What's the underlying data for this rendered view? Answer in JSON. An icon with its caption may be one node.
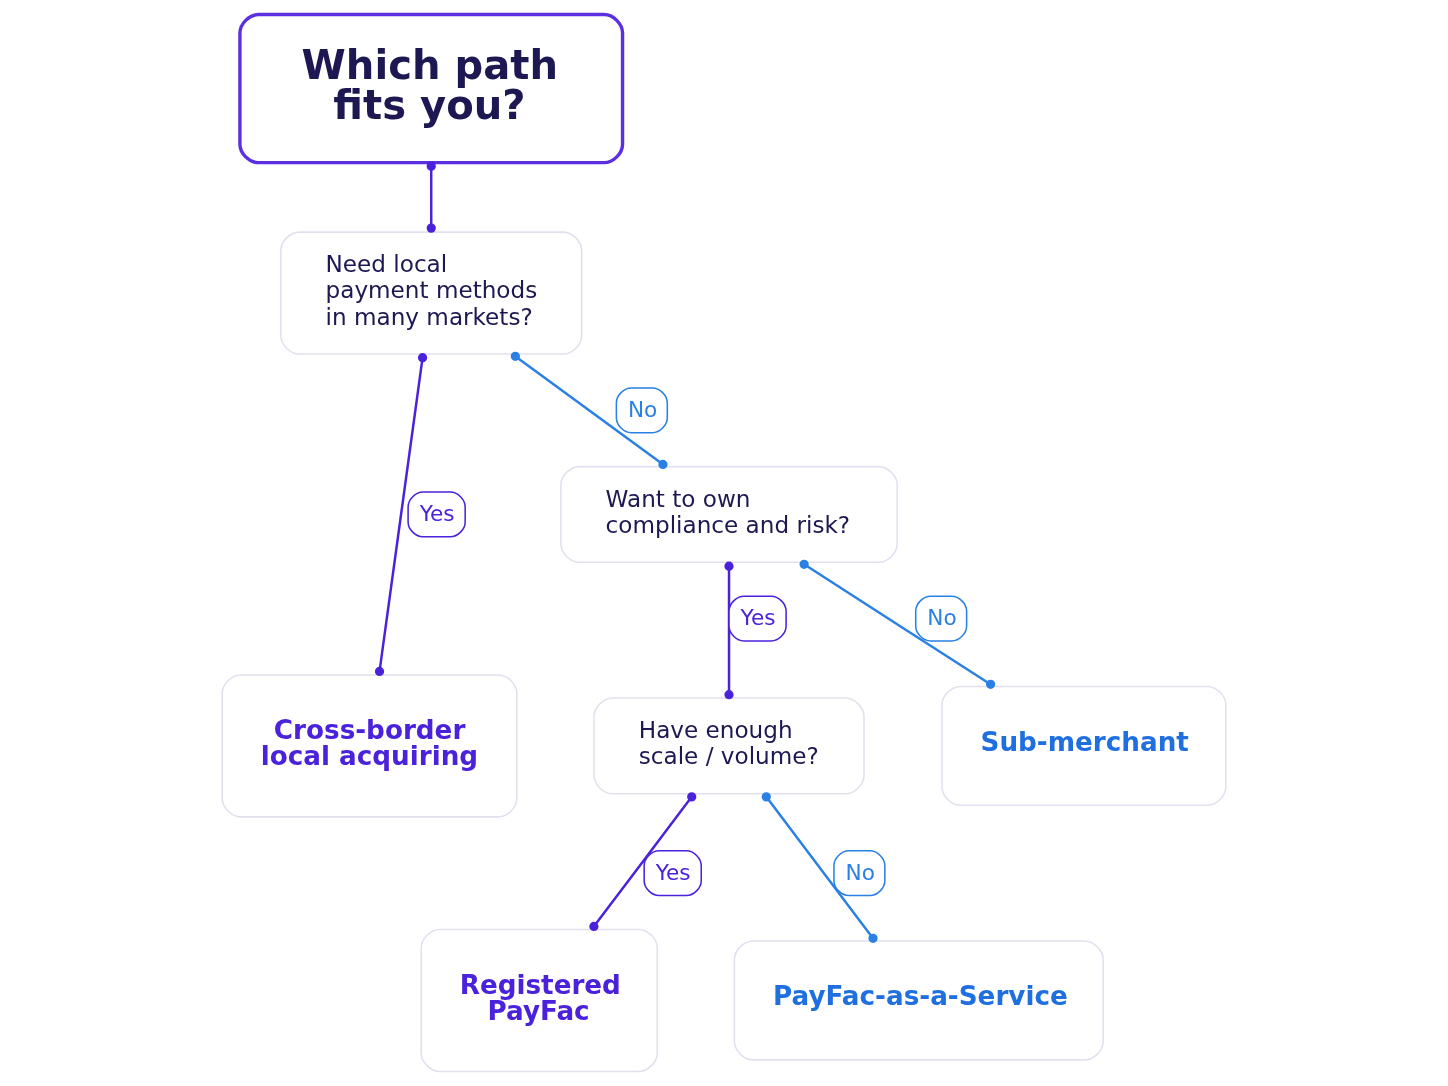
{
  "diagram": {
    "nodes": [
      {
        "text": [
          "Which path fits you?"
        ]
      },
      {
        "text": [
          "Need local payment methods in many markets?"
        ]
      },
      {
        "text": [
          "Want to own compliance and risk?"
        ]
      },
      {
        "text": [
          "Have enough scale / volume?"
        ]
      },
      {
        "text": [
          "Cross-border local acquiring"
        ]
      },
      {
        "text": [
          "Registered PayFac"
        ]
      },
      {
        "text": [
          "PayFac-as-a-Service"
        ]
      },
      {
        "text": [
          "Sub-merchant"
        ]
      }
    ],
    "edges": [
      {
        "from": 0,
        "to": 1,
        "arrow": "other"
      },
      {
        "from": 1,
        "to": 4,
        "arrow": "other",
        "label": "Yes"
      },
      {
        "from": 1,
        "to": 2,
        "arrow": "other",
        "label": "No",
        "color": "#2b80e4"
      },
      {
        "from": 2,
        "to": 3,
        "arrow": "other",
        "label": "Yes"
      },
      {
        "from": 2,
        "to": 7,
        "arrow": "other",
        "label": "No",
        "color": "#2b80e4"
      },
      {
        "from": 3,
        "to": 5,
        "arrow": "other",
        "label": "Yes"
      },
      {
        "from": 3,
        "to": 6,
        "arrow": "other",
        "label": "No",
        "color": "#2b80e4"
      }
    ]
  }
}
